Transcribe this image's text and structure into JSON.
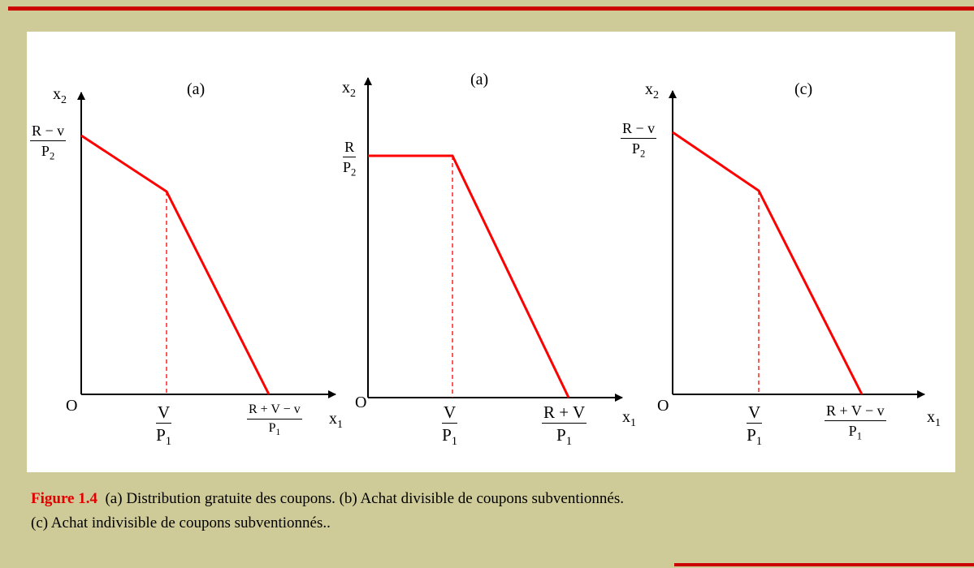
{
  "panels": [
    {
      "title": "(a)",
      "y_axis": "x2",
      "x_axis": "x1",
      "origin": "O",
      "y_intercept_label": {
        "num": "R − v",
        "den": "P2"
      },
      "kink_x_label": {
        "num": "V",
        "den": "P1"
      },
      "x_intercept_label": {
        "num": "R + V − v",
        "den": "P1"
      }
    },
    {
      "title": "(a)",
      "y_axis": "x2",
      "x_axis": "x1",
      "origin": "O",
      "y_intercept_label": {
        "num": "R",
        "den": "P2"
      },
      "kink_x_label": {
        "num": "V",
        "den": "P1"
      },
      "x_intercept_label": {
        "num": "R + V",
        "den": "P1"
      }
    },
    {
      "title": "(c)",
      "y_axis": "x2",
      "x_axis": "x1",
      "origin": "O",
      "y_intercept_label": {
        "num": "R − v",
        "den": "P2"
      },
      "kink_x_label": {
        "num": "V",
        "den": "P1"
      },
      "x_intercept_label": {
        "num": "R + V − v",
        "den": "P1"
      }
    }
  ],
  "caption": {
    "figure_label": "Figure 1.4",
    "text": "(a) Distribution gratuite des coupons. (b) Achat divisible de coupons subventionnés.",
    "text2": "(c) Achat indivisible de coupons subventionnés.."
  },
  "colors": {
    "background": "#cfcb98",
    "accent": "#cc0000",
    "budget_line": "#ff0000",
    "axis": "#000000"
  }
}
